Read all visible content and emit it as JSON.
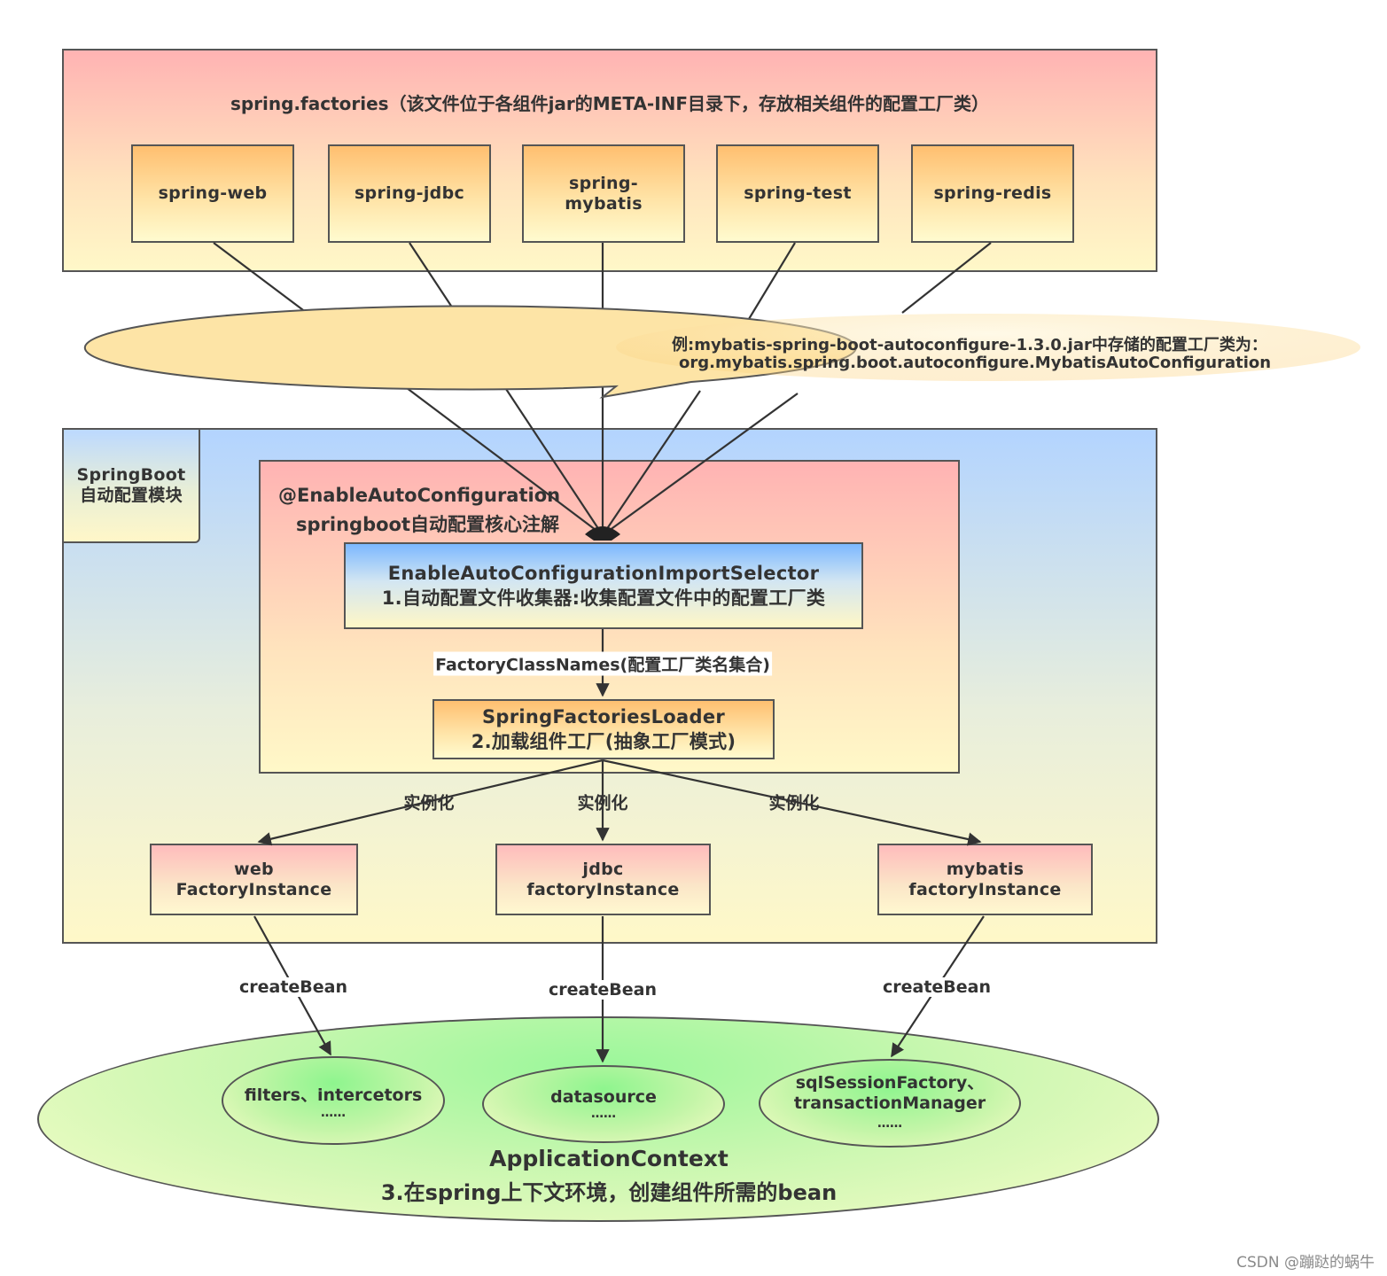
{
  "top_panel": {
    "title": "spring.factories（该文件位于各组件jar的META-INF目录下，存放相关组件的配置工厂类）",
    "modules": [
      {
        "lines": [
          "spring-web"
        ]
      },
      {
        "lines": [
          "spring-jdbc"
        ]
      },
      {
        "lines": [
          "spring-",
          "mybatis"
        ]
      },
      {
        "lines": [
          "spring-test"
        ]
      },
      {
        "lines": [
          "spring-redis"
        ]
      }
    ]
  },
  "callout": {
    "line1": "例:mybatis-spring-boot-autoconfigure-1.3.0.jar中存储的配置工厂类为：",
    "line2": "org.mybatis.spring.boot.autoconfigure.MybatisAutoConfiguration"
  },
  "springboot_panel": {
    "tag_line1": "SpringBoot",
    "tag_line2": "自动配置模块",
    "annotation_title": "@EnableAutoConfiguration",
    "annotation_subtitle": "springboot自动配置核心注解",
    "selector": {
      "title": "EnableAutoConfigurationImportSelector",
      "desc": "1.自动配置文件收集器:收集配置文件中的配置工厂类"
    },
    "factory_class_names": "FactoryClassNames(配置工厂类名集合)",
    "loader": {
      "title": "SpringFactoriesLoader",
      "desc": "2.加载组件工厂(抽象工厂模式)"
    },
    "instantiate_label": "实例化",
    "instances": [
      {
        "line1": "web",
        "line2": "FactoryInstance"
      },
      {
        "line1": "jdbc",
        "line2": "factoryInstance"
      },
      {
        "line1": "mybatis",
        "line2": "factoryInstance"
      }
    ]
  },
  "create_bean_label": "createBean",
  "application_context": {
    "title": "ApplicationContext",
    "subtitle": "3.在spring上下文环境，创建组件所需的bean",
    "beans": [
      {
        "lines": [
          "filters、intercetors"
        ],
        "more": "……"
      },
      {
        "lines": [
          "datasource"
        ],
        "more": "……"
      },
      {
        "lines": [
          "sqlSessionFactory、",
          "transactionManager"
        ],
        "more": "……"
      }
    ]
  },
  "watermark": "CSDN @蹦跶的蜗牛",
  "colors": {
    "line": "#333333",
    "pink_gradient_top": "#ffb3b3",
    "blue_gradient_top": "#b3d4ff",
    "green_gradient": "#9af79a",
    "cream": "#fff8c8"
  }
}
